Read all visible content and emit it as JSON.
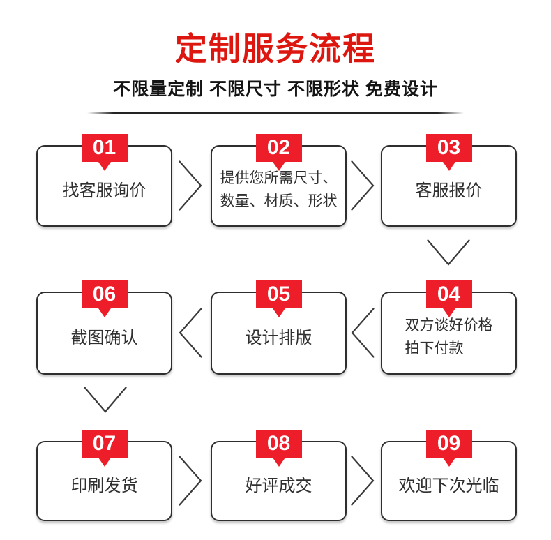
{
  "header": {
    "title": "定制服务流程",
    "subtitle": "不限量定制 不限尺寸 不限形状 免费设计"
  },
  "colors": {
    "title_red": "#dd1710",
    "tag_red": "#ee1d2a",
    "box_border": "#2e2e2e",
    "arrow": "#3a3a3a"
  },
  "steps": [
    {
      "num": "01",
      "lines": [
        "找客服询价"
      ]
    },
    {
      "num": "02",
      "lines": [
        "提供您所需尺寸、",
        "数量、材质、形状"
      ]
    },
    {
      "num": "03",
      "lines": [
        "客服报价"
      ]
    },
    {
      "num": "04",
      "lines": [
        "双方谈好价格",
        "拍下付款"
      ]
    },
    {
      "num": "05",
      "lines": [
        "设计排版"
      ]
    },
    {
      "num": "06",
      "lines": [
        "截图确认"
      ]
    },
    {
      "num": "07",
      "lines": [
        "印刷发货"
      ]
    },
    {
      "num": "08",
      "lines": [
        "好评成交"
      ]
    },
    {
      "num": "09",
      "lines": [
        "欢迎下次光临"
      ]
    }
  ]
}
